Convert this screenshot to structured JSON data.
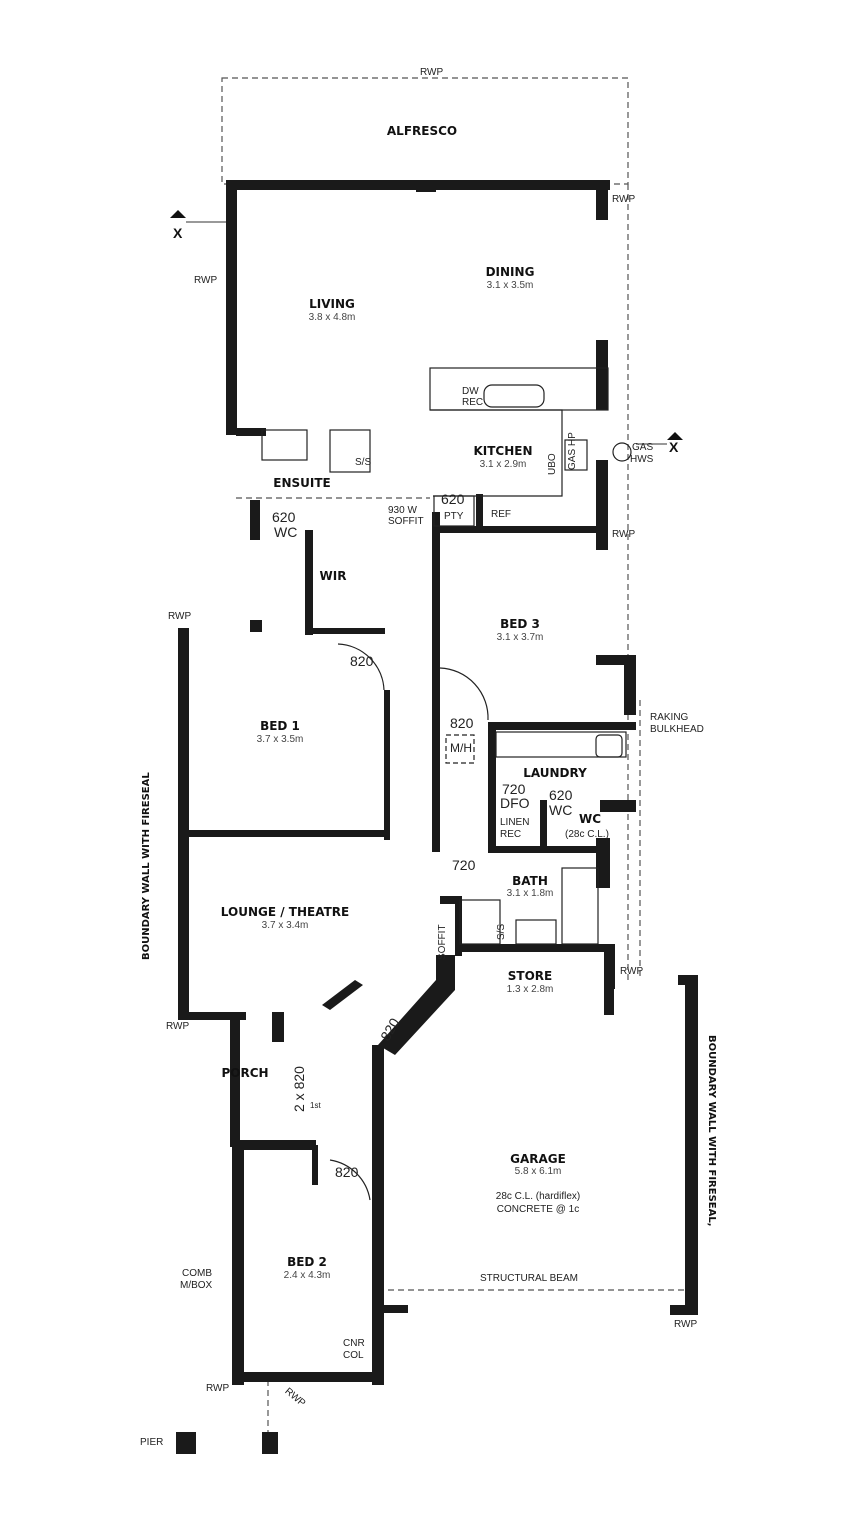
{
  "rooms": {
    "alfresco": {
      "name": "ALFRESCO"
    },
    "dining": {
      "name": "DINING",
      "size": "3.1 x 3.5m"
    },
    "living": {
      "name": "LIVING",
      "size": "3.8 x 4.8m"
    },
    "kitchen": {
      "name": "KITCHEN",
      "size": "3.1 x 2.9m"
    },
    "ensuite": {
      "name": "ENSUITE"
    },
    "wir": {
      "name": "WIR"
    },
    "bed3": {
      "name": "BED 3",
      "size": "3.1 x 3.7m"
    },
    "bed1": {
      "name": "BED 1",
      "size": "3.7 x 3.5m"
    },
    "laundry": {
      "name": "LAUNDRY"
    },
    "wc": {
      "name": "WC",
      "note": "(28c C.L.)"
    },
    "bath": {
      "name": "BATH",
      "size": "3.1 x 1.8m"
    },
    "lounge": {
      "name": "LOUNGE / THEATRE",
      "size": "3.7 x 3.4m"
    },
    "store": {
      "name": "STORE",
      "size": "1.3 x 2.8m"
    },
    "porch": {
      "name": "PORCH"
    },
    "garage": {
      "name": "GARAGE",
      "size": "5.8 x 6.1m",
      "ceiling": "28c C.L. (hardiflex)",
      "floor": "CONCRETE @ 1c"
    },
    "bed2": {
      "name": "BED 2",
      "size": "2.4 x 4.3m"
    }
  },
  "annotations": {
    "rwp": "RWP",
    "section": "X",
    "dw": "DW",
    "rec": "REC",
    "ubo": "UBO",
    "gas_hp": "GAS HP",
    "gas_hws_1": "GAS",
    "gas_hws_2": "HWS",
    "pty": "PTY",
    "ref": "REF",
    "soffit_930_1": "930 W",
    "soffit_930_2": "SOFFIT",
    "ss": "S/S",
    "ss_bath": "S/S",
    "wc_620_1": "620",
    "wc_620_2": "WC",
    "mh": "M/H",
    "raking_1": "RAKING",
    "raking_2": "BULKHEAD",
    "dfo_1": "720",
    "dfo_2": "DFO",
    "linen_1": "LINEN",
    "linen_2": "REC",
    "lwc_1": "620",
    "lwc_2": "WC",
    "soffit": "SOFFIT",
    "structural_beam": "STRUCTURAL BEAM",
    "comb_1": "COMB",
    "comb_2": "M/BOX",
    "cnr_1": "CNR",
    "cnr_2": "COL",
    "pier": "PIER",
    "porch_door": "2 x 820",
    "step": "1st",
    "boundary_left": "BOUNDARY WALL WITH FIRESEAL",
    "boundary_right": "BOUNDARY WALL WITH FIRESEAL,"
  },
  "doors": {
    "pty": "620",
    "bed1": "820",
    "bed3": "820",
    "bath": "720",
    "entry": "820",
    "bed2": "820"
  }
}
